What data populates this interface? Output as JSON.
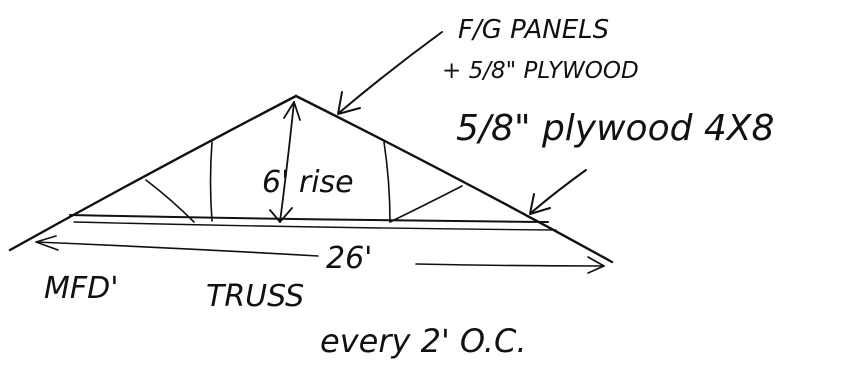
{
  "labels": {
    "panels_line1": "F/G PANELS",
    "panels_line2": "+ 5/8\" PLYWOOD",
    "plywood": "5/8\" plywood 4X8",
    "rise": "6' rise",
    "span": "26'",
    "mfd": "MFD'",
    "truss": "TRUSS",
    "spacing": "every 2' O.C."
  },
  "colors": {
    "ink": "#111111",
    "paper": "#ffffff"
  }
}
